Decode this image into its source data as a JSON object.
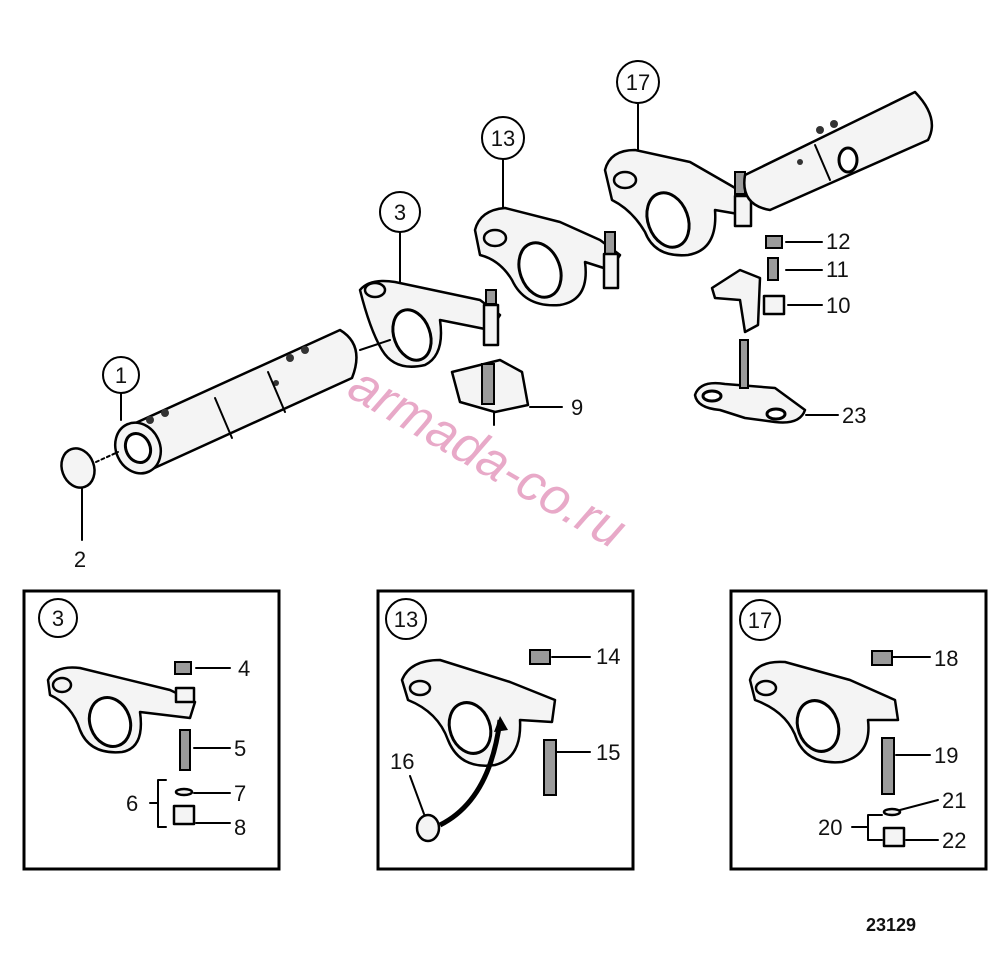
{
  "figure_number": "23129",
  "watermark": "armada-co.ru",
  "callouts": {
    "c1": "1",
    "c2": "2",
    "c3": "3",
    "c9": "9",
    "c10": "10",
    "c11": "11",
    "c12": "12",
    "c13": "13",
    "c17": "17",
    "c23": "23"
  },
  "insets": [
    {
      "title": "3",
      "labels": [
        "4",
        "5",
        "6",
        "7",
        "8"
      ]
    },
    {
      "title": "13",
      "labels": [
        "14",
        "15",
        "16"
      ]
    },
    {
      "title": "17",
      "labels": [
        "18",
        "19",
        "20",
        "21",
        "22"
      ]
    }
  ]
}
